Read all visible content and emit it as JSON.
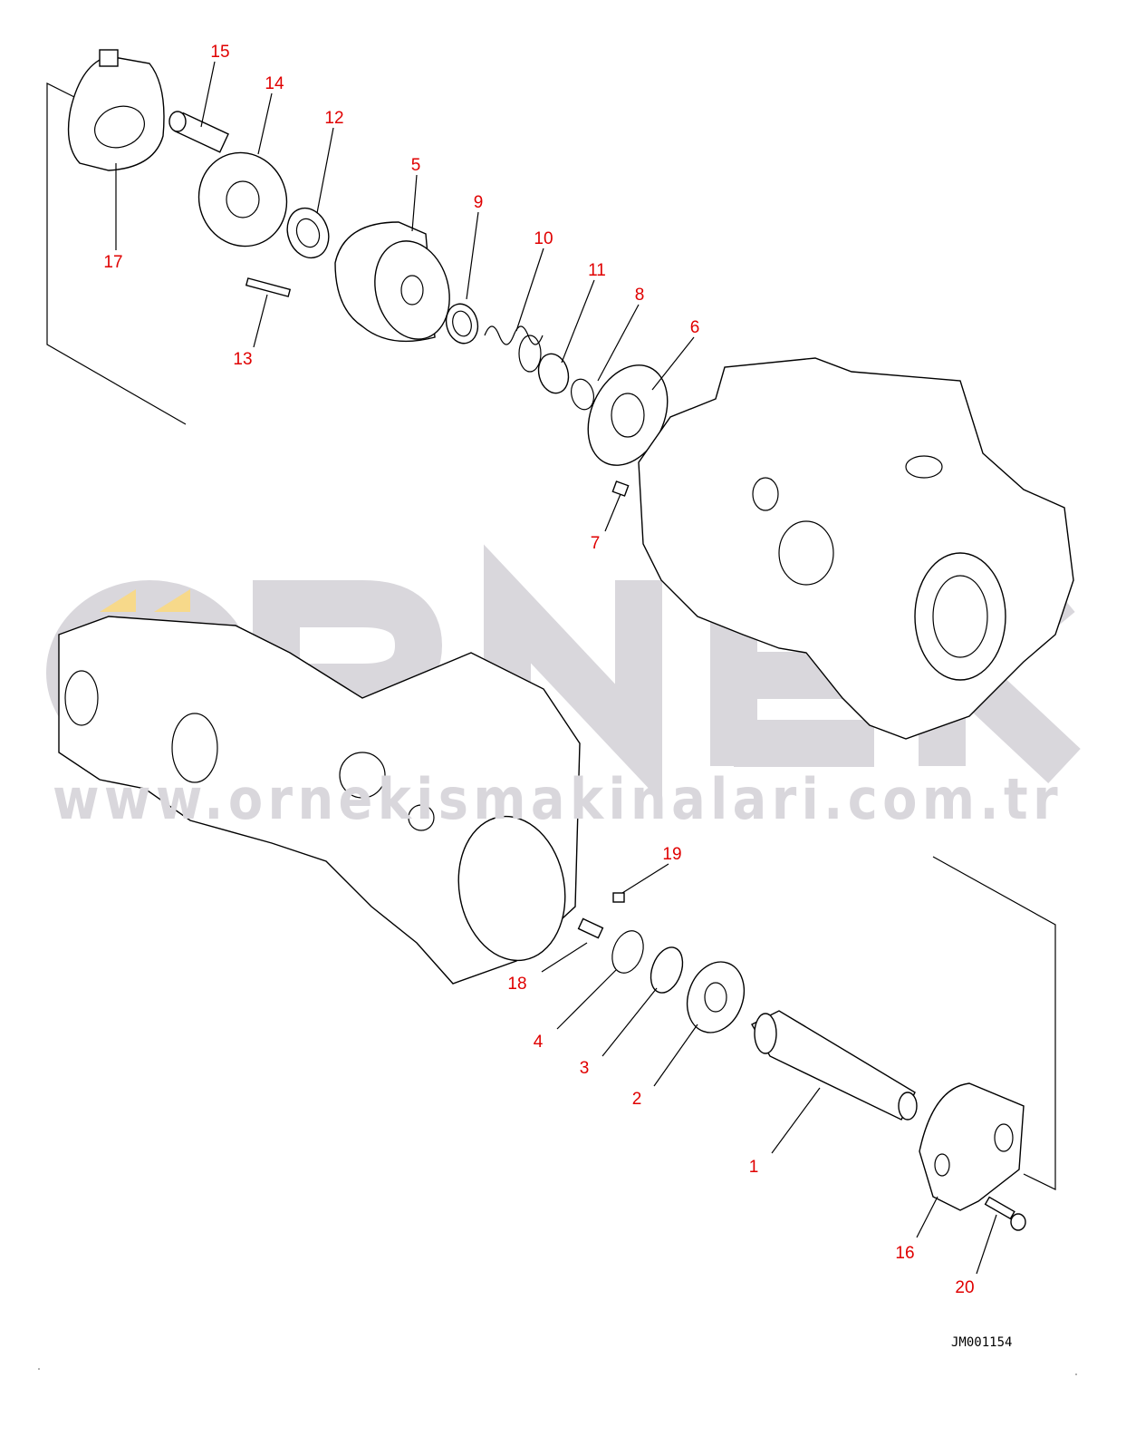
{
  "watermark": {
    "brand": "ORNEK",
    "url": "www.ornekismakinalari.com.tr"
  },
  "drawing_code": "JM001154",
  "callouts": [
    "1",
    "2",
    "3",
    "4",
    "5",
    "6",
    "7",
    "8",
    "9",
    "10",
    "11",
    "12",
    "13",
    "14",
    "15",
    "16",
    "17",
    "18",
    "19",
    "20"
  ]
}
